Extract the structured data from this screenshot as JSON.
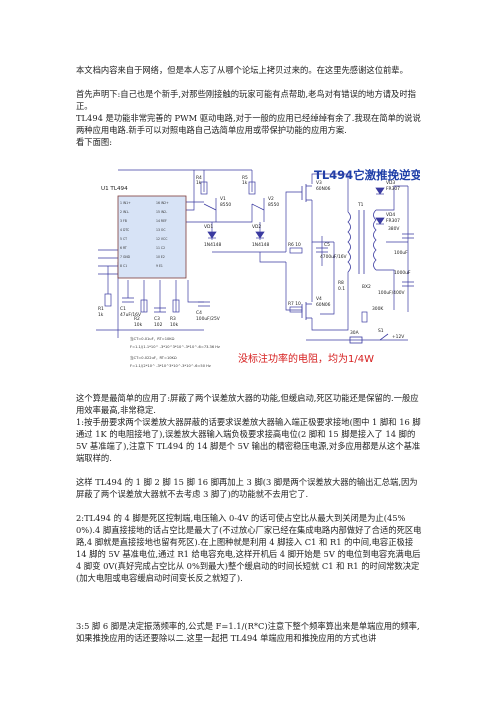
{
  "paragraphs": {
    "p1": "本文档内容来自于网络，但是本人忘了从哪个论坛上拷贝过来的。在这里先感谢这位前辈。",
    "p2": "首先声明下:自己也是个新手,对那些刚接触的玩家可能有点帮助,老鸟对有错误的地方请及时指正。",
    "p3": "TL494 是功能非常完善的 PWM 驱动电路,对于一般的应用已经绰绰有余了.我现在简单的说说两种应用电路.新手可以对照电路自己选简单应用或带保护功能的应用方案.",
    "p4": "看下面图:",
    "p5": "这个算是最简单的应用了:屏蔽了两个误差放大器的功能,但缓启动,死区功能还是保留的.一般应用效率最高,非常稳定.",
    "p6": "1:按手册要求两个误差放大器屏蔽的话要求误差放大器输入端正极要求接地(图中 1 脚和 16 脚通过 1K 的电阻接地了),误差放大器输入端负极要求接高电位(2 脚和 15 脚是接入了 14 脚的 5V 基准端了),注意下 TL494 的 14 脚是个 5V 输出的精密稳压电源,对多应用都是从这个基准端取样的.",
    "p7": "这样 TL494 的 1 脚 2 脚 15 脚 16 脚再加上 3 脚(3 脚是两个误差放大器的输出汇总端,因为屏蔽了两个误差放大器就不去考虑 3 脚了)的功能就不去用它了.",
    "p8": "2:TL494 的 4 脚是死区控制端,电压输入 0-4V 的话可使占空比从最大到关闭是为止(45% 0%).4 脚直接接地的话占空比是最大了(不过放心厂家已经在集成电路内部做好了合适的死区电路,4 脚就是直接接地也留有死区).在上图种就是利用 4 脚接入 C1 和 R1 的中间,电容正极接 14 脚的 5V 基准电位,通过 R1 给电容充电,这样开机后 4 脚开始是 5V 的电位到电容充满电后 4 脚变 0V(真好完成占空比从 0%到最大)整个缓启动的时间长短就 C1 和 R1 的时间常数决定(加大电阻或电容缓启动时间变长反之就短了).",
    "p9": "3:5 脚 6 脚是决定振荡频率的,公式是 F=1.1/(R*C)注意下整个频率算出来是单端应用的频率,如果推挽应用的话还要除以二.这里一起把 TL494 单端应用和推挽应用的方式也讲"
  },
  "figure": {
    "title": "TL494它激推挽逆变",
    "note": "没标注功率的电阻，均为1/4W",
    "chip": "U1  TL494",
    "pins_left": [
      "1 IN1+",
      "2 IN1-",
      "3 FB",
      "4 DTC",
      "5 CT",
      "6 RT",
      "7 GND",
      "8 C1"
    ],
    "pins_right": [
      "16 IN2+",
      "15 IN2-",
      "14 REF",
      "13 OC",
      "12 VCC",
      "11 C2",
      "10 E2",
      "9 E1"
    ],
    "parts": {
      "r4": "R4",
      "r4v": "1k",
      "r5": "R5",
      "r5v": "1k",
      "v1": "V1",
      "v1m": "8550",
      "v2": "V2",
      "v2m": "8550",
      "vd1": "VD1",
      "vd1m": "1N4148",
      "vd2": "VD2",
      "vd2m": "1N4148",
      "v3": "V3",
      "v3m": "60N06",
      "v4": "V4",
      "v4m": "60N06",
      "r6": "R6  10",
      "r7": "R7  10",
      "c5": "C5",
      "c5v": "4700uF/16V",
      "t1": "T1",
      "r8": "R8",
      "r8v": "0.1",
      "bx2": "BX2",
      "vd3": "VD3",
      "vd3m": "FR307",
      "vd4": "VD4",
      "vd4m": "FR307",
      "c6": "100uF",
      "c7": "1000uF",
      "c8": "100uF/400V",
      "fuse": "30A",
      "switch": "S1",
      "supply": "+12V",
      "hv": "380V",
      "r300": "300K",
      "r1": "R1",
      "r1v": "1k",
      "c1": "C1",
      "c1v": "47uF/16V",
      "r2": "R2",
      "r2v": "10k",
      "c3": "C3",
      "c3v": "102",
      "r3": "R3",
      "r3v": "10k",
      "c4": "C4",
      "c4v": "100uF/25V"
    },
    "formula": [
      "当CT=0.01uF，RT=10KΩ",
      "F=1.1/(1.1*10^ -3*10^3*10^-3*10^-6=73.36 Hz",
      "当CT=0.022uF，RT=10KΩ",
      "F=1.1/(2*10^ -3*10^3*10^-3*10^-6=50 Hz"
    ]
  },
  "colors": {
    "wire": "#3a3aa0",
    "title": "#1f3fa8",
    "note": "#d61f1f",
    "chip_fill": "#d7e3f6",
    "chip_stroke": "#7e3a3a"
  }
}
